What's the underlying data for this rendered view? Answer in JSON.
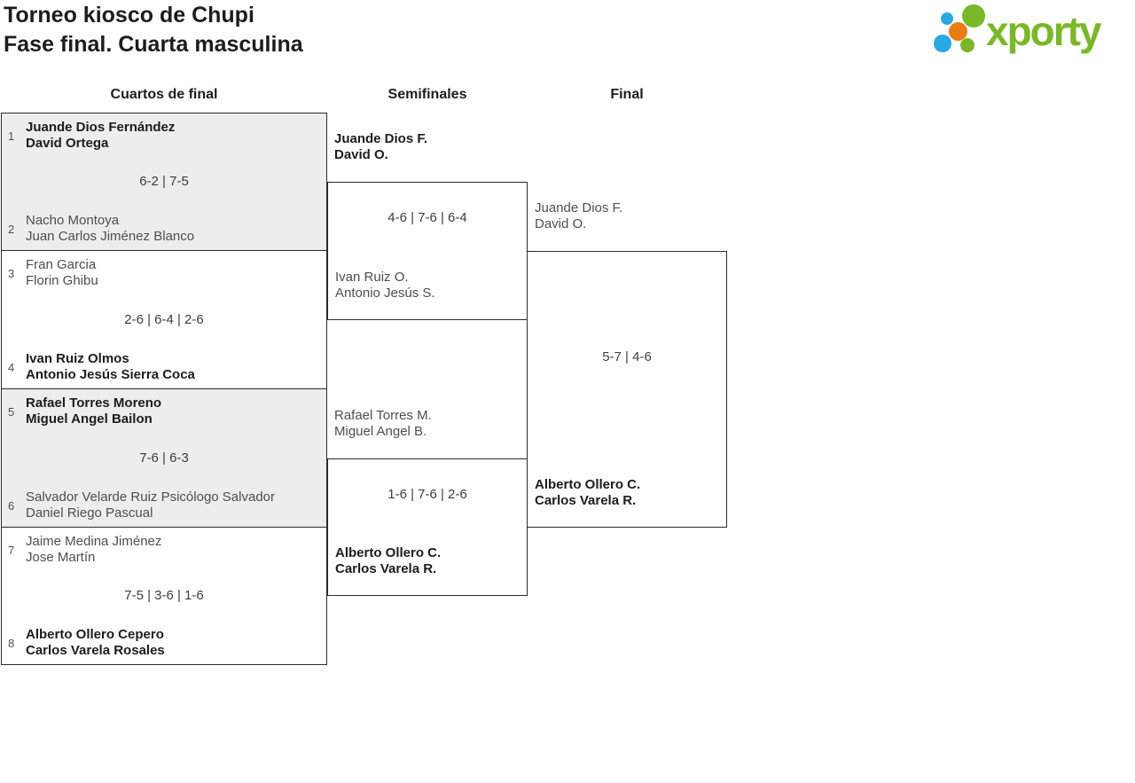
{
  "title": {
    "line1": "Torneo kiosco de Chupi",
    "line2": "Fase final. Cuarta masculina"
  },
  "logo": {
    "text": "xporty",
    "colors": {
      "green": "#7ab829",
      "blue": "#29a8e0",
      "orange": "#e87d13"
    }
  },
  "columns": {
    "quarterfinals_label": "Cuartos de final",
    "semifinals_label": "Semifinales",
    "final_label": "Final"
  },
  "quarterfinals": [
    {
      "seed1": "1",
      "team1": {
        "line1": "Juande Dios Fernández",
        "line2": "David Ortega",
        "winner": true
      },
      "score": "6-2 | 7-5",
      "seed2": "2",
      "team2": {
        "line1": "Nacho Montoya",
        "line2": "Juan Carlos Jiménez Blanco",
        "winner": false
      }
    },
    {
      "seed1": "3",
      "team1": {
        "line1": "Fran Garcia",
        "line2": "Florin Ghibu",
        "winner": false
      },
      "score": "2-6 | 6-4 | 2-6",
      "seed2": "4",
      "team2": {
        "line1": "Ivan Ruiz Olmos",
        "line2": "Antonio Jesús Sierra Coca",
        "winner": true
      }
    },
    {
      "seed1": "5",
      "team1": {
        "line1": "Rafael Torres Moreno",
        "line2": "Miguel Angel Bailon",
        "winner": true
      },
      "score": "7-6 | 6-3",
      "seed2": "6",
      "team2": {
        "line1": "Salvador Velarde Ruiz Psicólogo Salvador",
        "line2": "Daniel Riego Pascual",
        "winner": false
      }
    },
    {
      "seed1": "7",
      "team1": {
        "line1": "Jaime Medina Jiménez",
        "line2": "Jose Martín",
        "winner": false
      },
      "score": "7-5 | 3-6 | 1-6",
      "seed2": "8",
      "team2": {
        "line1": "Alberto Ollero Cepero",
        "line2": "Carlos Varela Rosales",
        "winner": true
      }
    }
  ],
  "semifinals": [
    {
      "team1": {
        "line1": "Juande Dios F.",
        "line2": "David O.",
        "winner": true
      },
      "score": "4-6 | 7-6 | 6-4",
      "team2": {
        "line1": "Ivan Ruiz O.",
        "line2": "Antonio Jesús S.",
        "winner": false
      }
    },
    {
      "team1": {
        "line1": "Rafael Torres M.",
        "line2": "Miguel Angel B.",
        "winner": false
      },
      "score": "1-6 | 7-6 | 2-6",
      "team2": {
        "line1": "Alberto Ollero C.",
        "line2": "Carlos Varela R.",
        "winner": true
      }
    }
  ],
  "final": {
    "team1": {
      "line1": "Juande Dios F.",
      "line2": "David O.",
      "winner": false
    },
    "score": "5-7 | 4-6",
    "team2": {
      "line1": "Alberto Ollero C.",
      "line2": "Carlos Varela R.",
      "winner": true
    }
  }
}
